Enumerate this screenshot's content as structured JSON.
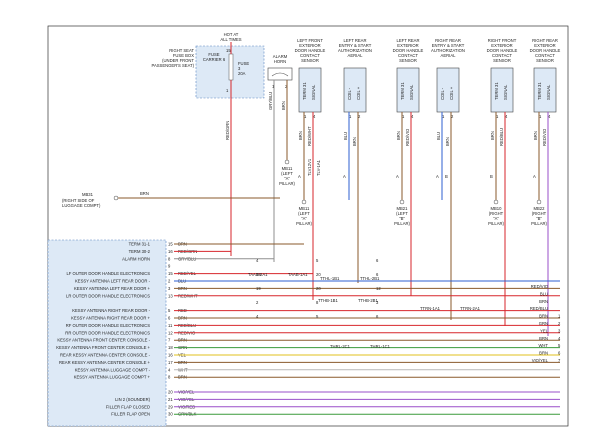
{
  "fuse_box": {
    "hot_label": [
      "HOT AT",
      "ALL TIMES"
    ],
    "title": [
      "RIGHT SEAT",
      "FUSE BOX",
      "(UNDER FRONT",
      "PASSENGER'S SEAT)"
    ],
    "fuse": [
      "FUSE",
      "CARRIER 6"
    ],
    "rating": [
      "FUSE",
      "3",
      "20A"
    ],
    "pins": {
      "top": "15",
      "bottom": "1"
    }
  },
  "alarm_horn": {
    "title": [
      "ALARM",
      "HORN"
    ],
    "pins": [
      "1",
      "2"
    ]
  },
  "connectors": [
    {
      "id": "lf",
      "title": [
        "LEFT FRONT",
        "EXTERIOR",
        "DOOR HANDLE",
        "CONTACT",
        "SENSOR"
      ],
      "inner": [
        "TERM 31",
        "SIGNAL"
      ],
      "pins": [
        "1",
        "4"
      ]
    },
    {
      "id": "lre",
      "title": [
        "LEFT REAR",
        "ENTRY & START",
        "AUTHORIZATION",
        "AERIAL"
      ],
      "inner": [
        "COIL -",
        "COIL +"
      ],
      "pins": [
        "1",
        "2"
      ]
    },
    {
      "id": "lr",
      "title": [
        "LEFT REAR",
        "EXTERIOR",
        "DOOR HANDLE",
        "CONTACT",
        "SENSOR"
      ],
      "inner": [
        "TERM 31",
        "SIGNAL"
      ],
      "pins": [
        "1",
        "4"
      ]
    },
    {
      "id": "rre",
      "title": [
        "RIGHT REAR",
        "ENTRY & START",
        "AUTHORIZATION",
        "AERIAL"
      ],
      "inner": [
        "COIL -",
        "COIL +"
      ],
      "pins": [
        "1",
        "2"
      ]
    },
    {
      "id": "rf",
      "title": [
        "RIGHT FRONT",
        "EXTERIOR",
        "DOOR HANDLE",
        "CONTACT",
        "SENSOR"
      ],
      "inner": [
        "TERM 31",
        "SIGNAL"
      ],
      "pins": [
        "1",
        "4"
      ]
    },
    {
      "id": "rr",
      "title": [
        "RIGHT REAR",
        "EXTERIOR",
        "DOOR HANDLE",
        "CONTACT",
        "SENSOR"
      ],
      "inner": [
        "TERM 31",
        "SIGNAL"
      ],
      "pins": [
        "1",
        "4"
      ]
    }
  ],
  "grounds": [
    {
      "id": "g_b",
      "label": [
        "MB11",
        "(LEFT",
        "\"A\"",
        "PILLAR)"
      ]
    },
    {
      "id": "g_lf",
      "label": [
        "MB11",
        "(LEFT",
        "\"A\"",
        "PILLAR)"
      ]
    },
    {
      "id": "g_lr",
      "label": [
        "MB21",
        "(LEFT",
        "\"B\"",
        "PILLAR)"
      ]
    },
    {
      "id": "g_rf",
      "label": [
        "MB10",
        "(RIGHT",
        "\"A\"",
        "PILLAR)"
      ]
    },
    {
      "id": "g_rr",
      "label": [
        "MB22",
        "(RIGHT",
        "\"B\"",
        "PILLAR)"
      ]
    }
  ],
  "mb31": {
    "label": [
      "MB31",
      "(RIGHT SIDE OF",
      "LUGGAGE COMPT)"
    ],
    "wire": "BRN"
  },
  "wire_labels": {
    "fuse_out": "RED/GRN",
    "horn_a": "GRY/BLU",
    "horn_b": "BRN",
    "lf_a": "BRN",
    "lf_b": "RED/WHT",
    "lf_code": "TLV12V1",
    "lf_mid": "TLV-1A1",
    "lre_a": "BLU",
    "lre_b": "BRN",
    "lr_a": "BRN",
    "lr_b": "RED/VIO",
    "rre_a": "BLU",
    "rre_b": "BRN",
    "rf_a": "BRN",
    "rf_b": "RED/BLU",
    "rr_a": "BRN",
    "rr_b": "RED/VIO"
  },
  "splice_markers": [
    "A",
    "A",
    "A",
    "B",
    "A",
    "A",
    "B"
  ],
  "module": {
    "rows": [
      {
        "label": "TERM 31-1",
        "pin": "15",
        "color": "BRN"
      },
      {
        "label": "TERM 30-2",
        "pin": "16",
        "color": "RED/GRN"
      },
      {
        "label": "ALARM HORN",
        "pin": "8",
        "color": "GRY/BLU"
      },
      {
        "label": "",
        "pin": "9",
        "color": ""
      },
      {
        "label": "LF OUTER DOOR HANDLE ELECTRONICS",
        "pin": "15",
        "color": "RED/YEL"
      },
      {
        "label": "KESSY ANTENNA LEFT REAR DOOR -",
        "pin": "2",
        "color": "BLU"
      },
      {
        "label": "KESSY ANTENNA LEFT REAR DOOR +",
        "pin": "3",
        "color": "BRN"
      },
      {
        "label": "LR OUTER DOOR HANDLE ELECTRONICS",
        "pin": "13",
        "color": "RED/WHT"
      },
      {
        "label": "",
        "pin": "",
        "color": ""
      },
      {
        "label": "KESSY ANTENNA RIGHT REAR DOOR -",
        "pin": "5",
        "color": "RED"
      },
      {
        "label": "KESSY ANTENNA RIGHT REAR DOOR +",
        "pin": "6",
        "color": "BRN"
      },
      {
        "label": "RF OUTER DOOR HANDLE ELECTRONICS",
        "pin": "11",
        "color": "RED/BLU"
      },
      {
        "label": "RR OUTER DOOR HANDLE ELECTRONICS",
        "pin": "12",
        "color": "RED/VIO"
      },
      {
        "label": "KESSY ANTENNA FRONT CENTER CONSOLE -",
        "pin": "7",
        "color": "BRN"
      },
      {
        "label": "KESSY ANTENNA FRONT CENTER CONSOLE +",
        "pin": "18",
        "color": "GRN"
      },
      {
        "label": "REAR KESSY ANTENNA CENTER CONSOLE -",
        "pin": "16",
        "color": "YEL"
      },
      {
        "label": "REAR KESSY ANTENNA CENTER CONSOLE +",
        "pin": "17",
        "color": "BRN"
      },
      {
        "label": "KESSY ANTENNA LUGGAGE COMPT -",
        "pin": "4",
        "color": "WHT"
      },
      {
        "label": "KESSY ANTENNA LUGGAGE COMPT +",
        "pin": "8",
        "color": "BRN"
      },
      {
        "label": "",
        "pin": "",
        "color": ""
      },
      {
        "label": "",
        "pin": "20",
        "color": "VIO/YEL"
      },
      {
        "label": "LIN 2 (SOUNDER)",
        "pin": "21",
        "color": "VIO/YEL"
      },
      {
        "label": "FILLER FLAP CLOSED",
        "pin": "29",
        "color": "VIO/RED"
      },
      {
        "label": "FILLER FLAP OPEN",
        "pin": "30",
        "color": "GRN/BLK"
      },
      {
        "label": "",
        "pin": "",
        "color": ""
      }
    ],
    "lines": [
      {
        "row": 4,
        "mid": "",
        "mid2": "",
        "endlabel": "",
        "endpin": ""
      },
      {
        "row": 5,
        "mid": "BLU",
        "mid2": "BLU",
        "endlabel": "",
        "endpin": ""
      },
      {
        "row": 6,
        "mid": "BRN",
        "mid2": "BRN",
        "endlabel": "",
        "endpin": ""
      },
      {
        "row": 7,
        "mid": "RED/WHT",
        "mid2": "RED/WHT",
        "endlabel": "",
        "endpin": ""
      }
    ],
    "mid_codes": [
      "TAAB-2A1",
      "TAAB-1A1",
      "TTHL-1B1",
      "TTHL-2B1",
      "TTHB-1B1",
      "TTHB-2B1",
      "TTRN-1A1",
      "TTRN-2A1",
      "THRL-2C1",
      "THRL-1C1"
    ],
    "mid_pins": [
      "4",
      "5",
      "6",
      "19",
      "20",
      "6",
      "19",
      "20",
      "12",
      "2",
      "8",
      "3",
      "4",
      "5",
      "6"
    ],
    "right_labels": [
      {
        "text": "RED/VIO",
        "pin": ""
      },
      {
        "text": "BLU",
        "pin": ""
      },
      {
        "text": "BRN",
        "pin": ""
      },
      {
        "text": "RED/BLU",
        "pin": ""
      },
      {
        "text": "BRN",
        "pin": "1"
      },
      {
        "text": "GRN",
        "pin": "2"
      },
      {
        "text": "YEL",
        "pin": "3"
      },
      {
        "text": "BRN",
        "pin": "4"
      },
      {
        "text": "WHT",
        "pin": "5"
      },
      {
        "text": "BRN",
        "pin": "6"
      },
      {
        "text": "VIO/YEL",
        "pin": "7"
      }
    ]
  },
  "colors": {
    "brn": "#8a5a2b",
    "red": "#d7262b",
    "blu": "#2e5fd0",
    "grn": "#3a9a3a",
    "yel": "#e1c01c",
    "vio": "#9a4fc9",
    "wht": "#b9b9b9",
    "gry": "#8f8f8f",
    "blk": "#222222"
  }
}
